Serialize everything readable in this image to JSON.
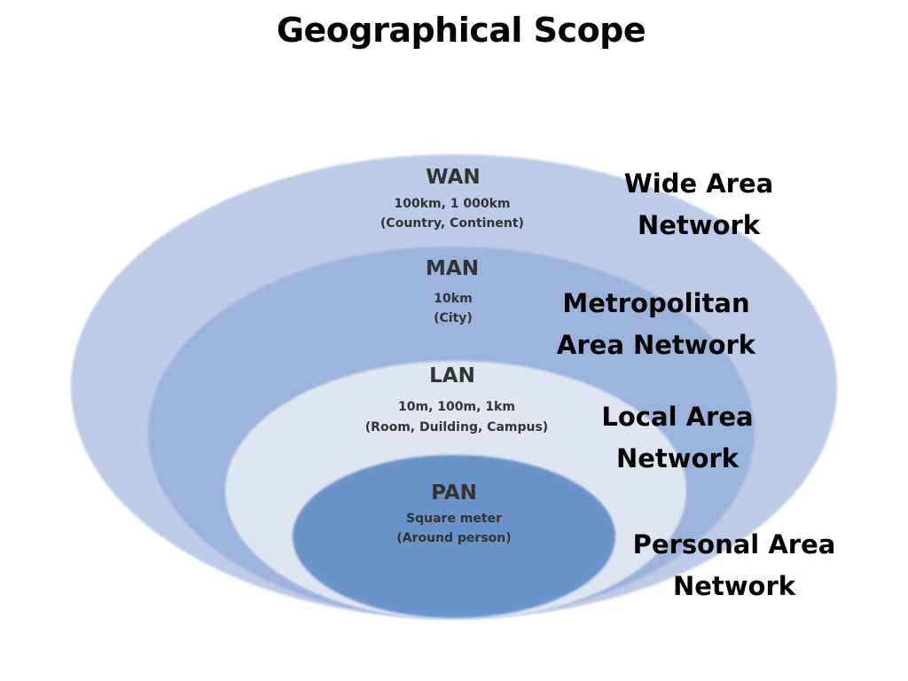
{
  "title": "Geographical Scope",
  "colors": {
    "wan": "#bccbe6",
    "man": "#9cb4db",
    "lan": "#dfe6f2",
    "pan": "#6b93c9",
    "ring_text": "#333333"
  },
  "rings": [
    {
      "id": "wan",
      "name": "WAN",
      "lines": [
        "100km, 1 000km",
        "(Country, Continent)"
      ],
      "label_lines": [
        "Wide Area",
        "Network"
      ]
    },
    {
      "id": "man",
      "name": "MAN",
      "lines": [
        "10km",
        "(City)"
      ],
      "label_lines": [
        "Metropolitan",
        "Area Network"
      ]
    },
    {
      "id": "lan",
      "name": "LAN",
      "lines": [
        "10m, 100m, 1km",
        "(Room, Duilding, Campus)"
      ],
      "label_lines": [
        "Local  Area",
        "Network"
      ]
    },
    {
      "id": "pan",
      "name": "PAN",
      "lines": [
        "Square meter",
        "(Around person)"
      ],
      "label_lines": [
        "Personal Area",
        "Network"
      ]
    }
  ]
}
